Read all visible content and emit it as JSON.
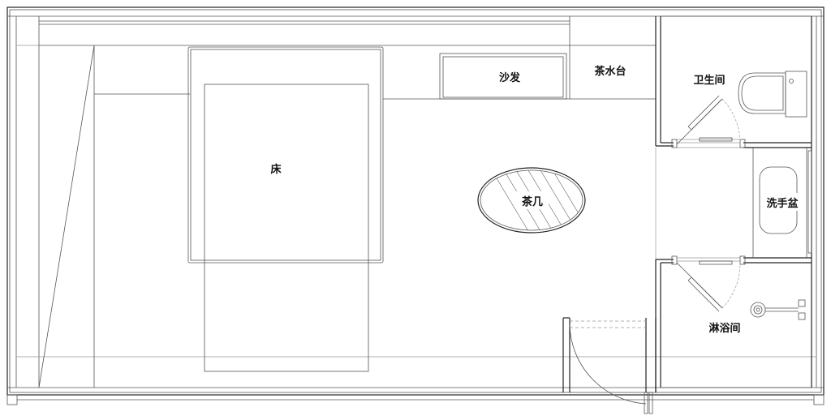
{
  "floor_plan": {
    "labels": {
      "bed": "床",
      "sofa": "沙发",
      "tea_counter": "茶水台",
      "toilet_room": "卫生间",
      "coffee_table": "茶几",
      "washbasin": "洗手盆",
      "shower_room": "淋浴间"
    }
  }
}
